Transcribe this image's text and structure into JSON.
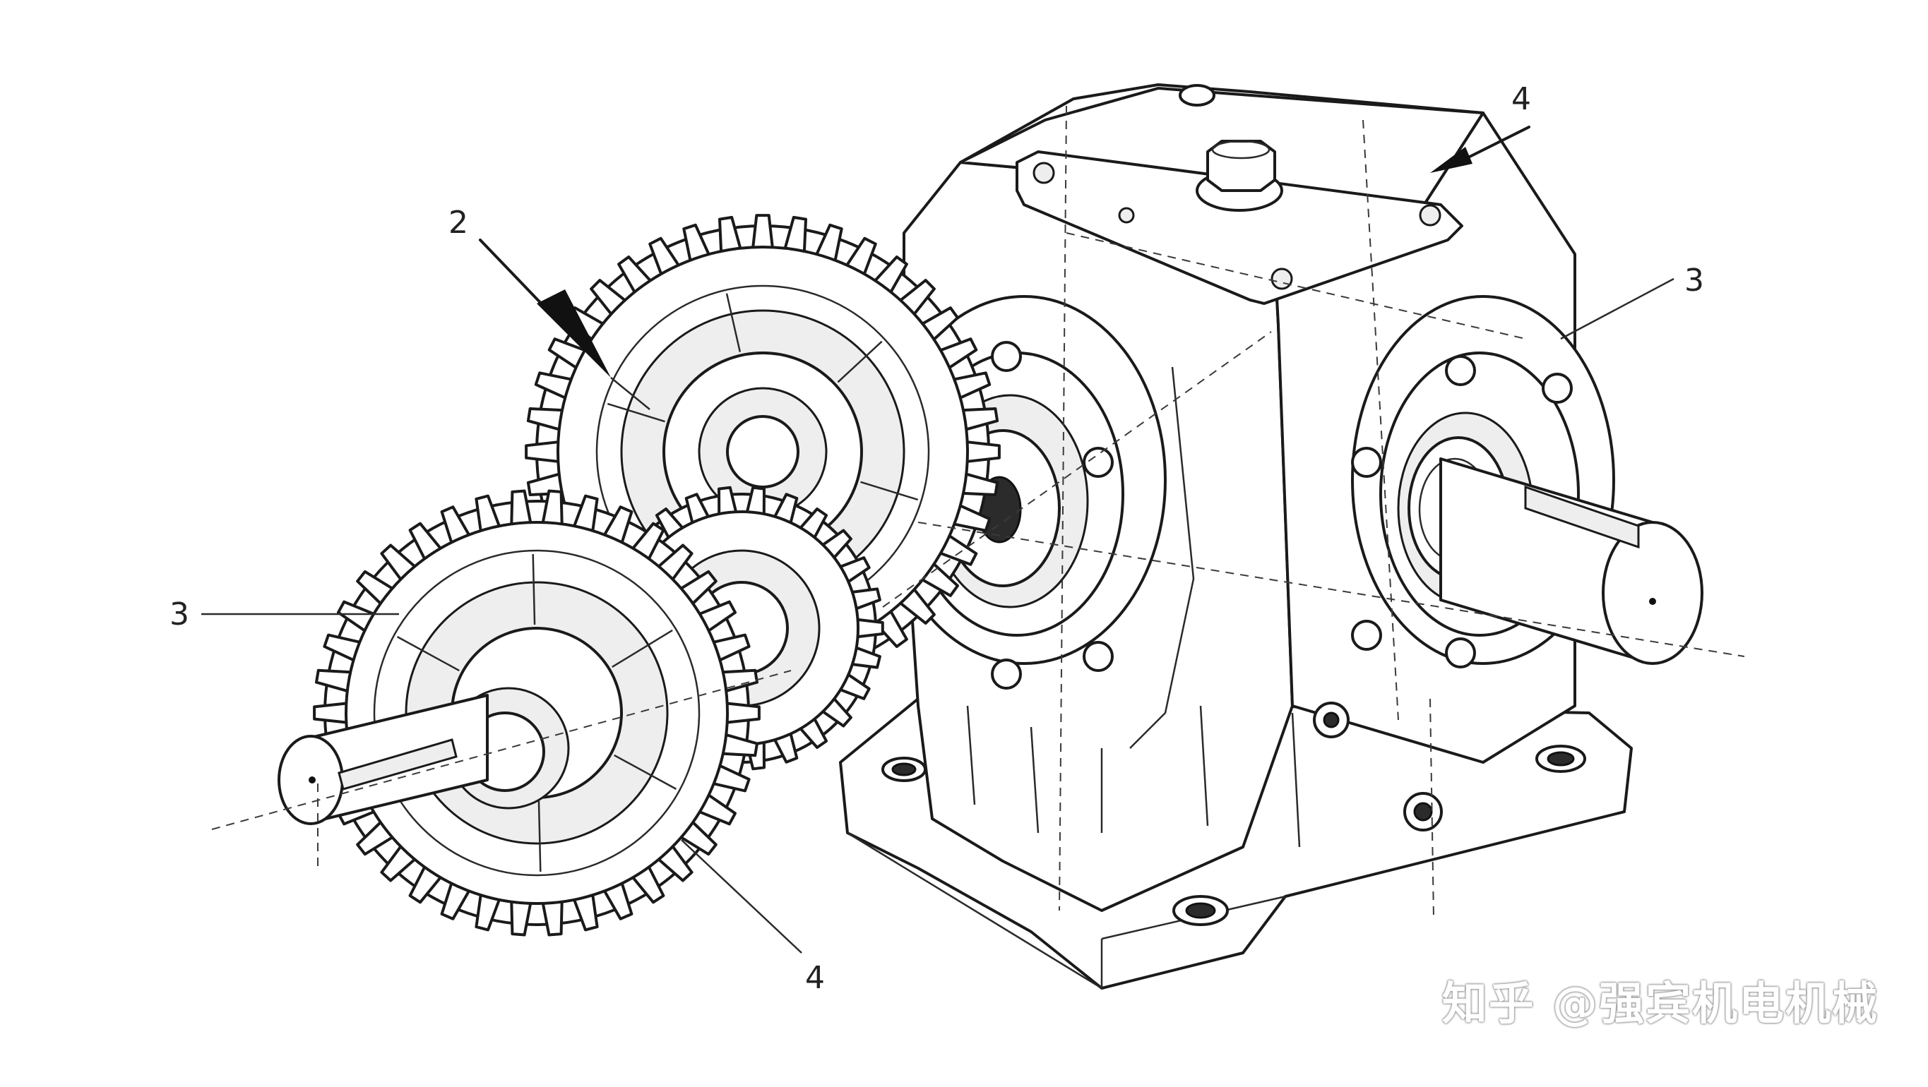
{
  "diagram": {
    "callouts": [
      {
        "id": "top-right",
        "text": "4"
      },
      {
        "id": "upper-left",
        "text": "2"
      },
      {
        "id": "right-shaft",
        "text": "3"
      },
      {
        "id": "left-gear",
        "text": "3"
      },
      {
        "id": "bottom",
        "text": "4"
      }
    ],
    "watermark": "知乎 @强宾机电机械"
  }
}
